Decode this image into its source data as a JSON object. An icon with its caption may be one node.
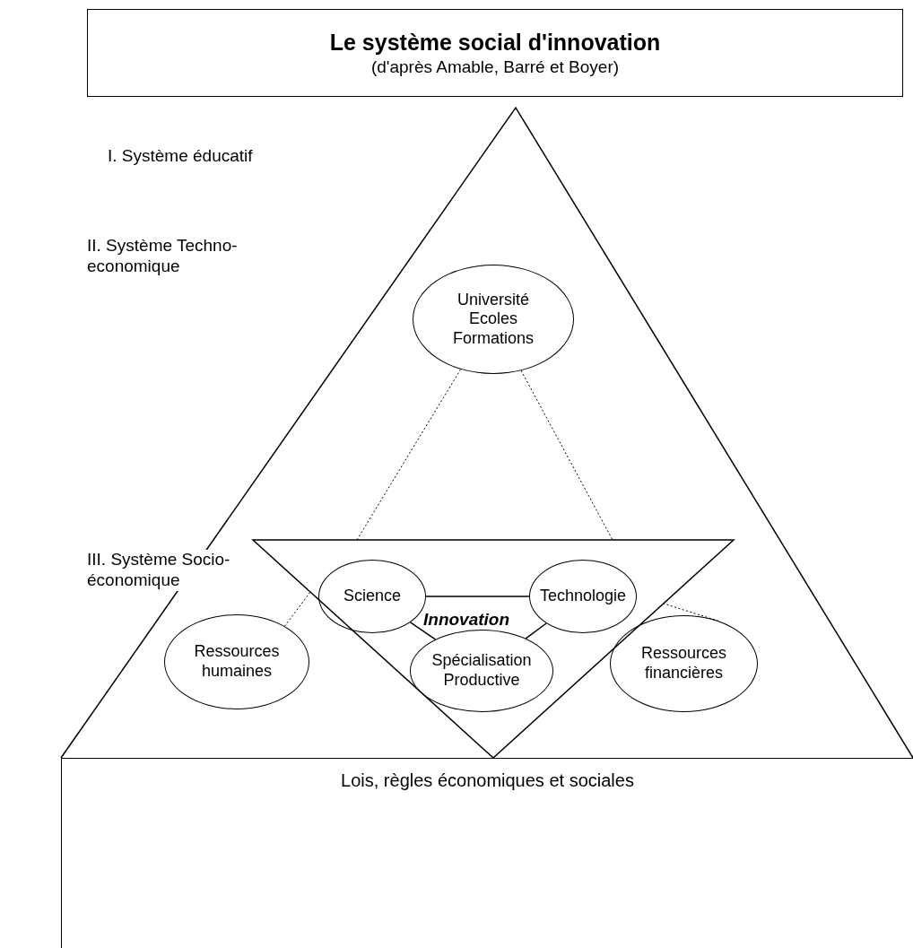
{
  "diagram": {
    "nodes": [
      {
        "text": [
          "Le système social d'innovation",
          "(d'après Amable, Barré et Boyer)"
        ]
      },
      {
        "text": [],
        "shape": "triangle"
      },
      {
        "text": [
          "Université Ecoles Formations"
        ]
      },
      {
        "text": [
          "Science"
        ],
        "in": 1
      },
      {
        "text": [
          "Technologie"
        ],
        "in": 1
      },
      {
        "text": [
          "Spécialisation Productive"
        ],
        "in": 1
      },
      {
        "text": [
          "Ressources humaines"
        ]
      },
      {
        "text": [
          "Ressources financières"
        ]
      },
      {
        "text": [
          "Lois, règles économiques et sociales"
        ]
      }
    ],
    "edges": [
      {
        "from": 3,
        "to": 4,
        "arrow": "none"
      },
      {
        "from": 3,
        "to": 5,
        "arrow": "none"
      },
      {
        "from": 4,
        "to": 5,
        "arrow": "none"
      },
      {
        "from": 2,
        "to": 1,
        "arrow": "none",
        "style": "dashed"
      },
      {
        "from": 2,
        "to": 1,
        "arrow": "none",
        "style": "dashed"
      },
      {
        "from": 6,
        "to": 1,
        "arrow": "none",
        "style": "dashed"
      },
      {
        "from": 7,
        "to": 1,
        "arrow": "none",
        "style": "dashed"
      }
    ],
    "labels": [
      "I. Système éducatif",
      "II. Système Techno-economique",
      "III. Système Socio-économique",
      "Innovation"
    ]
  }
}
